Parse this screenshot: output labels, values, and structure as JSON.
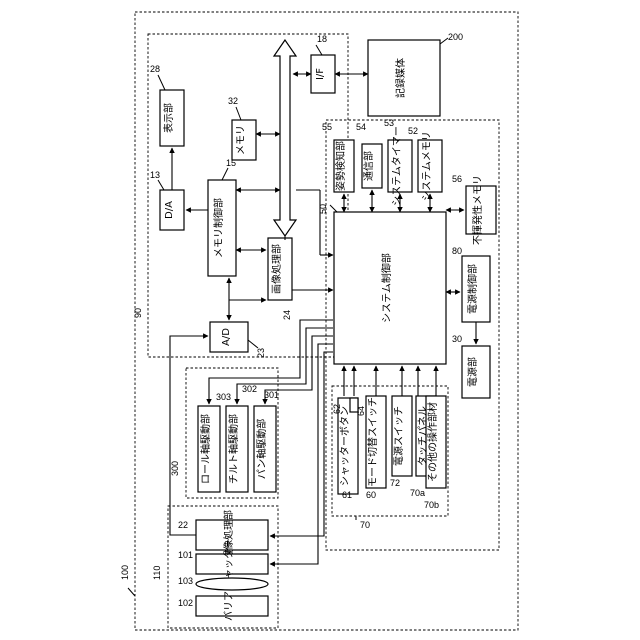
{
  "labels": {
    "ref_100": "100",
    "ref_200": "200",
    "recording_medium": "記録媒体",
    "ref_18": "18",
    "if": "I/F",
    "ref_28": "28",
    "display_unit": "表示部",
    "ref_32": "32",
    "memory": "メモリ",
    "ref_13": "13",
    "da": "D/A",
    "ref_15": "15",
    "memory_controller": "メモリ制御部",
    "ref_55": "55",
    "attitude_detector": "姿勢検知部",
    "ref_54": "54",
    "communication_unit": "通信部",
    "ref_53": "53",
    "system_timer": "システムタイマー",
    "ref_52": "52",
    "system_memory": "システムメモリ",
    "ref_56": "56",
    "nonvolatile_memory": "不揮発性メモリ",
    "ref_50": "50",
    "system_controller": "システム制御部",
    "image_processor": "画像処理部",
    "ref_24": "24",
    "ref_80": "80",
    "power_controller": "電源制御部",
    "ref_90": "90",
    "ad": "A/D",
    "ref_23": "23",
    "ref_30": "30",
    "power_unit": "電源部",
    "ref_303": "303",
    "ref_302": "302",
    "ref_301": "301",
    "roll_drive": "ロール軸駆動部",
    "tilt_drive": "チルト軸駆動部",
    "pan_drive": "パン軸駆動部",
    "ref_300": "300",
    "ref_62": "62",
    "ref_64": "64",
    "shutter_button": "シャッターボタン",
    "mode_switch": "モード切替スイッチ",
    "power_switch": "電源スイッチ",
    "touch_panel": "タッチパネル",
    "other_operation": "その他の操作部材",
    "ref_61": "61",
    "ref_60": "60",
    "ref_72": "72",
    "ref_70a": "70a",
    "ref_70b": "70b",
    "ref_70": "70",
    "ref_22": "22",
    "imaging_unit": "撮像処理部",
    "ref_101": "101",
    "shutter": "シャッター",
    "ref_103": "103",
    "ref_102": "102",
    "barrier": "バリア",
    "ref_110": "110"
  }
}
